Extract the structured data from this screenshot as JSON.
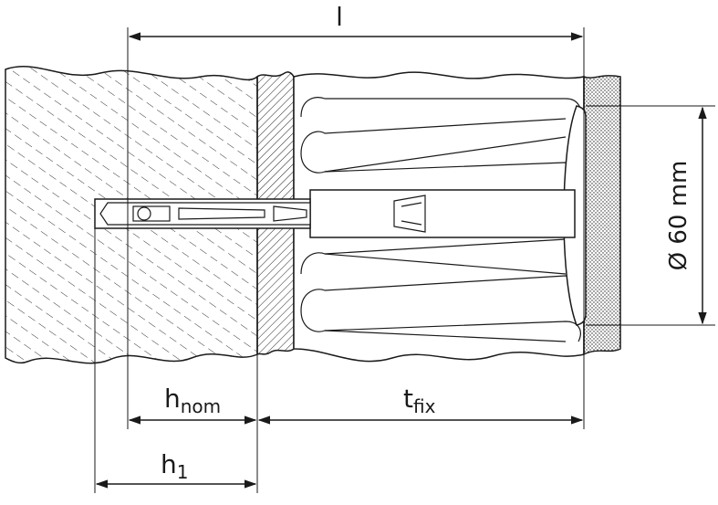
{
  "dimensions": {
    "total_length": "l",
    "h_nom": {
      "base": "h",
      "sub": "nom"
    },
    "t_fix": {
      "base": "t",
      "sub": "fix"
    },
    "h1": {
      "base": "h",
      "sub": "1"
    },
    "plate_diameter": "Ø 60 mm"
  },
  "colors": {
    "line": "#1a1a1a",
    "background": "#ffffff",
    "hatch": "#333333"
  }
}
